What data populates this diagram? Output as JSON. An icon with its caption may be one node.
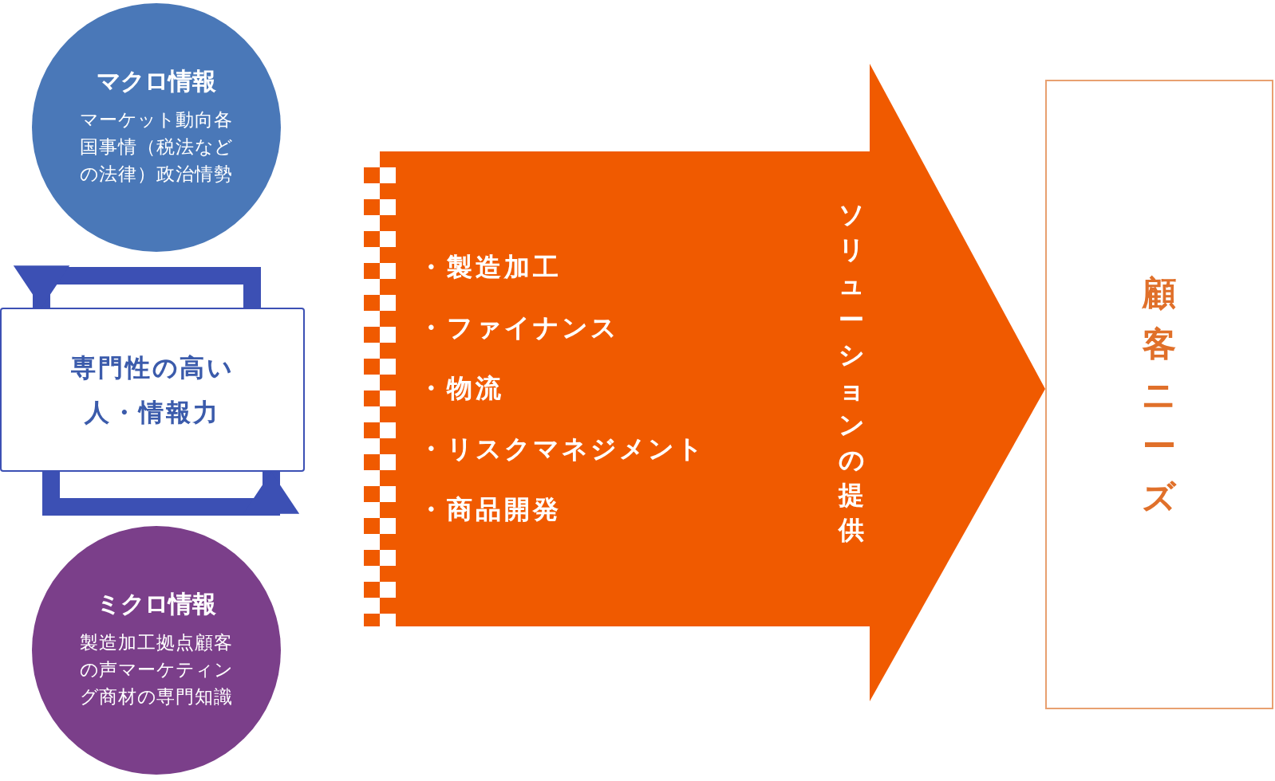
{
  "diagram": {
    "nodes": [
      {
        "text": [
          "マクロ情報",
          "マーケット動向各国事情（税法などの法律）政治情勢"
        ]
      },
      {
        "text": [
          "専門性の高い人・情報力"
        ]
      },
      {
        "text": [
          "ミクロ情報",
          "製造加工拠点顧客の声マーケティング商材の専門知識"
        ]
      },
      {
        "text": [
          "・製造加工",
          "・ファイナンス",
          "・物流",
          "・リスクマネジメント",
          "・商品開発",
          "ソリューションの提供"
        ]
      },
      {
        "text": [
          "顧客ニーズ"
        ]
      }
    ],
    "edges": [
      {
        "from": 1,
        "to": 1,
        "arrow": "to",
        "color": "#3c50b4"
      },
      {
        "from": 1,
        "to": 1,
        "arrow": "to",
        "color": "#3c50b4"
      },
      {
        "from": 3,
        "to": 4,
        "arrow": "to"
      }
    ]
  }
}
